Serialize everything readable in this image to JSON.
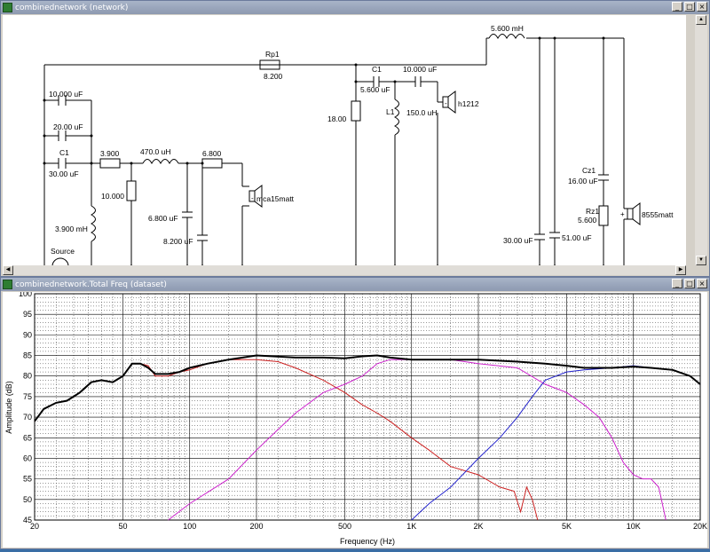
{
  "network_window": {
    "title": "combinednetwork (network)",
    "buttons": {
      "minimize": "_",
      "maximize": "□",
      "close": "×"
    },
    "labels": {
      "c_top1": "10.000 uF",
      "c_top2": "20.00 uF",
      "c1_name": "C1",
      "c1_val": "30.00 uF",
      "r_3900": "3.900",
      "l_470": "470.0 uH",
      "r_6800": "6.800",
      "r_10000": "10.000",
      "l_3900": "3.900 mH",
      "c_6800": "6.800 uF",
      "c_8200": "8.200 uF",
      "driver_mid": "mca15matt",
      "source": "Source",
      "rp1_name": "Rp1",
      "rp1_val": "8.200",
      "c1b_name": "C1",
      "c1b_val": "5.600 uF",
      "c_10000": "10.000 uF",
      "r_18": "18.00",
      "l1_name": "L1",
      "l1_val": "150.0 uH",
      "driver_tw": "h1212",
      "l_5600": "5.600 mH",
      "cz1_name": "Cz1",
      "cz1_val": "16.00 uF",
      "rz1_name": "Rz1",
      "rz1_val": "5.600",
      "c_30": "30.00 uF",
      "c_51": "51.00 uF",
      "driver_woof": "8555matt"
    }
  },
  "freq_window": {
    "title": "combinednetwork.Total Freq (dataset)",
    "buttons": {
      "minimize": "_",
      "maximize": "□",
      "close": "×"
    }
  },
  "chart_data": {
    "type": "line",
    "title": "",
    "xlabel": "Frequency (Hz)",
    "ylabel": "Amplitude (dB)",
    "x_scale": "log",
    "xlim": [
      20,
      20000
    ],
    "ylim": [
      45,
      100
    ],
    "grid": true,
    "x_ticks": [
      20,
      50,
      100,
      200,
      500,
      1000,
      2000,
      5000,
      10000,
      20000
    ],
    "x_tick_labels": [
      "20",
      "50",
      "100",
      "200",
      "500",
      "1K",
      "2K",
      "5K",
      "10K",
      "20K"
    ],
    "y_ticks": [
      45,
      50,
      55,
      60,
      65,
      70,
      75,
      80,
      85,
      90,
      95,
      100
    ],
    "series": [
      {
        "color": "#cc2222",
        "points": [
          [
            20,
            69
          ],
          [
            22,
            72
          ],
          [
            25,
            73.5
          ],
          [
            28,
            74
          ],
          [
            32,
            76
          ],
          [
            36,
            78.5
          ],
          [
            40,
            79
          ],
          [
            45,
            78.5
          ],
          [
            50,
            80
          ],
          [
            55,
            83
          ],
          [
            60,
            83
          ],
          [
            65,
            82.5
          ],
          [
            70,
            80
          ],
          [
            80,
            80
          ],
          [
            90,
            81
          ],
          [
            100,
            81.5
          ],
          [
            120,
            83
          ],
          [
            150,
            84
          ],
          [
            200,
            84
          ],
          [
            250,
            83.5
          ],
          [
            300,
            82
          ],
          [
            400,
            79
          ],
          [
            500,
            76
          ],
          [
            600,
            73
          ],
          [
            700,
            71
          ],
          [
            800,
            69
          ],
          [
            1000,
            65
          ],
          [
            1200,
            62
          ],
          [
            1500,
            58
          ],
          [
            2000,
            56
          ],
          [
            2500,
            53
          ],
          [
            2900,
            52
          ],
          [
            3100,
            47
          ],
          [
            3300,
            53
          ],
          [
            3500,
            50
          ],
          [
            3700,
            45
          ]
        ]
      },
      {
        "color": "#cc22cc",
        "points": [
          [
            80,
            45
          ],
          [
            100,
            49
          ],
          [
            150,
            55
          ],
          [
            200,
            62
          ],
          [
            250,
            67
          ],
          [
            300,
            71
          ],
          [
            400,
            76
          ],
          [
            500,
            78
          ],
          [
            600,
            80
          ],
          [
            700,
            83
          ],
          [
            800,
            84
          ],
          [
            1000,
            84
          ],
          [
            1500,
            84
          ],
          [
            2000,
            83
          ],
          [
            3000,
            82
          ],
          [
            4000,
            78
          ],
          [
            5000,
            76
          ],
          [
            6000,
            73
          ],
          [
            7000,
            70
          ],
          [
            8000,
            65
          ],
          [
            9000,
            59
          ],
          [
            10000,
            56
          ],
          [
            11000,
            55
          ],
          [
            12000,
            55
          ],
          [
            13000,
            53
          ],
          [
            14000,
            45
          ]
        ]
      },
      {
        "color": "#2222cc",
        "points": [
          [
            1000,
            45
          ],
          [
            1200,
            49
          ],
          [
            1500,
            53
          ],
          [
            2000,
            60
          ],
          [
            2500,
            65
          ],
          [
            3000,
            70
          ],
          [
            3500,
            75
          ],
          [
            4000,
            79
          ],
          [
            5000,
            81
          ],
          [
            6000,
            81.5
          ],
          [
            8000,
            82
          ],
          [
            10000,
            82.5
          ],
          [
            12000,
            82
          ],
          [
            15000,
            81.5
          ],
          [
            18000,
            80
          ],
          [
            20000,
            78
          ]
        ]
      },
      {
        "color": "#000000",
        "points": [
          [
            20,
            69
          ],
          [
            22,
            72
          ],
          [
            25,
            73.5
          ],
          [
            28,
            74
          ],
          [
            32,
            76
          ],
          [
            36,
            78.5
          ],
          [
            40,
            79
          ],
          [
            45,
            78.5
          ],
          [
            50,
            80
          ],
          [
            55,
            83
          ],
          [
            60,
            83
          ],
          [
            65,
            82
          ],
          [
            70,
            80.5
          ],
          [
            80,
            80.5
          ],
          [
            90,
            81
          ],
          [
            100,
            82
          ],
          [
            120,
            83
          ],
          [
            150,
            84
          ],
          [
            200,
            85
          ],
          [
            300,
            84.5
          ],
          [
            400,
            84.5
          ],
          [
            500,
            84.3
          ],
          [
            600,
            84.8
          ],
          [
            700,
            85
          ],
          [
            800,
            84.5
          ],
          [
            1000,
            84
          ],
          [
            1500,
            84
          ],
          [
            2000,
            84
          ],
          [
            3000,
            83.5
          ],
          [
            4000,
            83
          ],
          [
            5000,
            82.5
          ],
          [
            6000,
            82
          ],
          [
            8000,
            82
          ],
          [
            10000,
            82.3
          ],
          [
            12000,
            82
          ],
          [
            15000,
            81.5
          ],
          [
            18000,
            80
          ],
          [
            20000,
            78
          ]
        ]
      }
    ]
  }
}
